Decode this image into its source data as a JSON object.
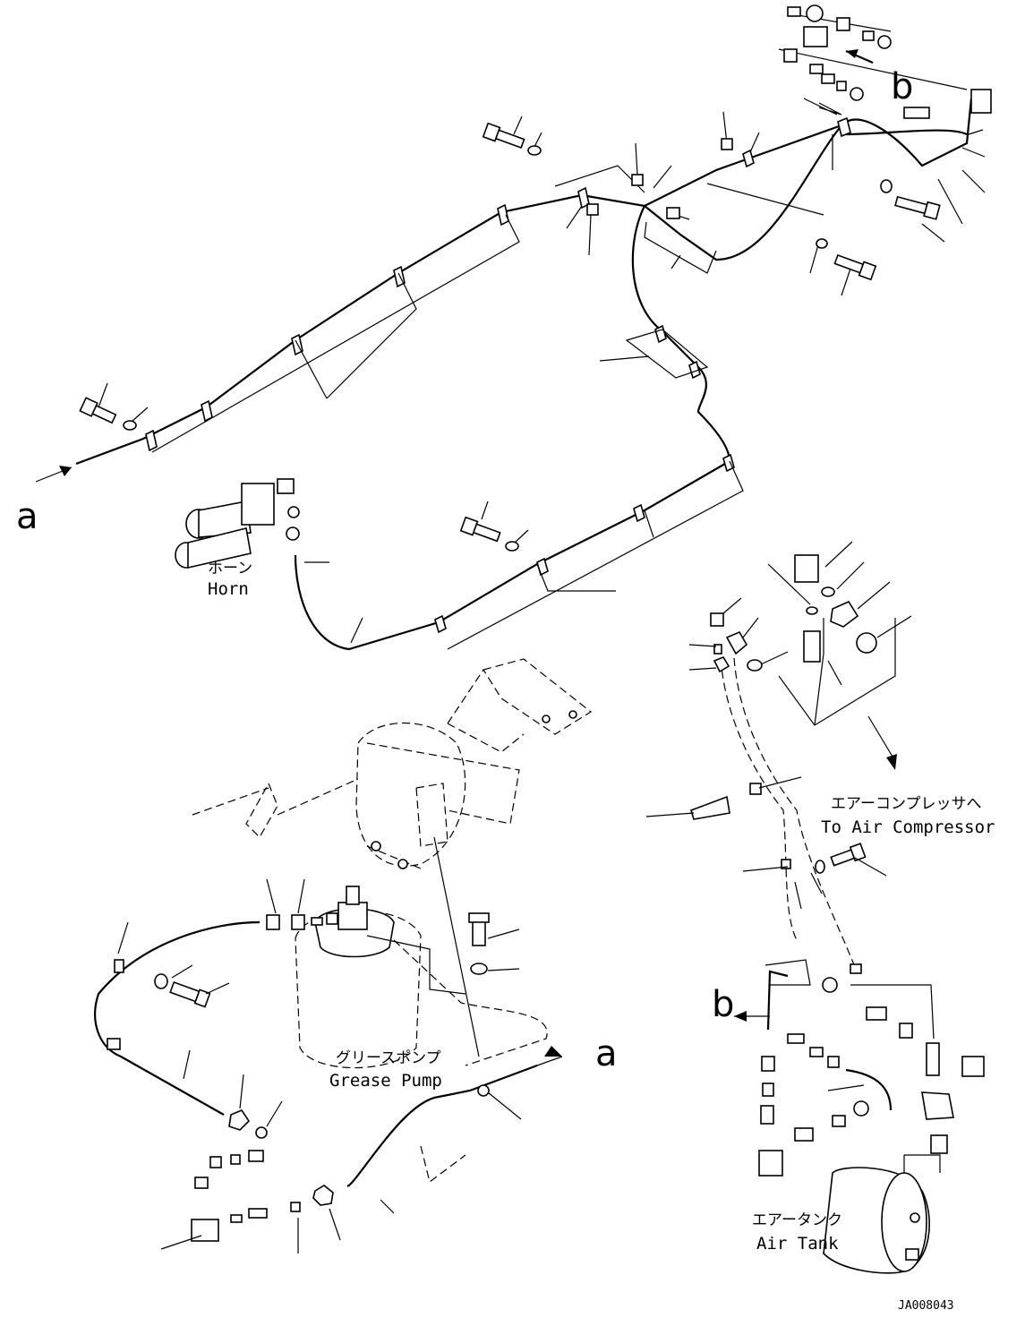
{
  "markers": {
    "a_top": "a",
    "a_bottom": "a",
    "b_top": "b",
    "b_bottom": "b"
  },
  "labels": {
    "horn_jp": "ホーン",
    "horn_en": "Horn",
    "compressor_jp": "エアーコンプレッサへ",
    "compressor_en": "To Air Compressor",
    "grease_jp": "グリースポンプ",
    "grease_en": "Grease Pump",
    "tank_jp": "エアータンク",
    "tank_en": "Air Tank"
  },
  "drawing_code": "JA008043"
}
